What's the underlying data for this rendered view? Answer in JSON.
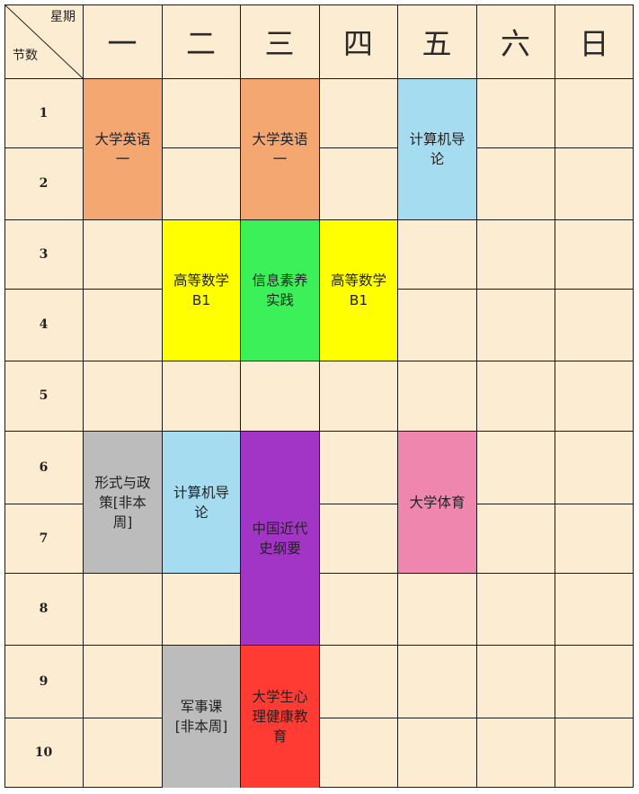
{
  "corner": {
    "weekday_label": "星期",
    "section_label": "节数"
  },
  "days": [
    "一",
    "二",
    "三",
    "四",
    "五",
    "六",
    "日"
  ],
  "periods": [
    "1",
    "2",
    "3",
    "4",
    "5",
    "6",
    "7",
    "8",
    "9",
    "10"
  ],
  "courses": [
    {
      "name": "大学英语\n一",
      "day": 1,
      "start": 1,
      "end": 2,
      "color": "#f4a771"
    },
    {
      "name": "大学英语\n一",
      "day": 3,
      "start": 1,
      "end": 2,
      "color": "#f4a771"
    },
    {
      "name": "计算机导\n论",
      "day": 5,
      "start": 1,
      "end": 2,
      "color": "#a5dcef"
    },
    {
      "name": "高等数学\nB1",
      "day": 2,
      "start": 3,
      "end": 4,
      "color": "#ffff00"
    },
    {
      "name": "信息素养\n实践",
      "day": 3,
      "start": 3,
      "end": 4,
      "color": "#3cf05a"
    },
    {
      "name": "高等数学\nB1",
      "day": 4,
      "start": 3,
      "end": 4,
      "color": "#ffff00"
    },
    {
      "name": "形式与政\n策[非本\n周]",
      "day": 1,
      "start": 6,
      "end": 7,
      "color": "#bcbcbc"
    },
    {
      "name": "计算机导\n论",
      "day": 2,
      "start": 6,
      "end": 7,
      "color": "#a5dcef"
    },
    {
      "name": "中国近代\n史纲要",
      "day": 3,
      "start": 6,
      "end": 8,
      "color": "#a335c6"
    },
    {
      "name": "大学体育",
      "day": 5,
      "start": 6,
      "end": 7,
      "color": "#ef86ad"
    },
    {
      "name": "军事课\n[非本周]",
      "day": 2,
      "start": 9,
      "end": 10,
      "color": "#bcbcbc"
    },
    {
      "name": "大学生心\n理健康教\n育",
      "day": 3,
      "start": 9,
      "end": 10,
      "color": "#ff3b33"
    }
  ]
}
